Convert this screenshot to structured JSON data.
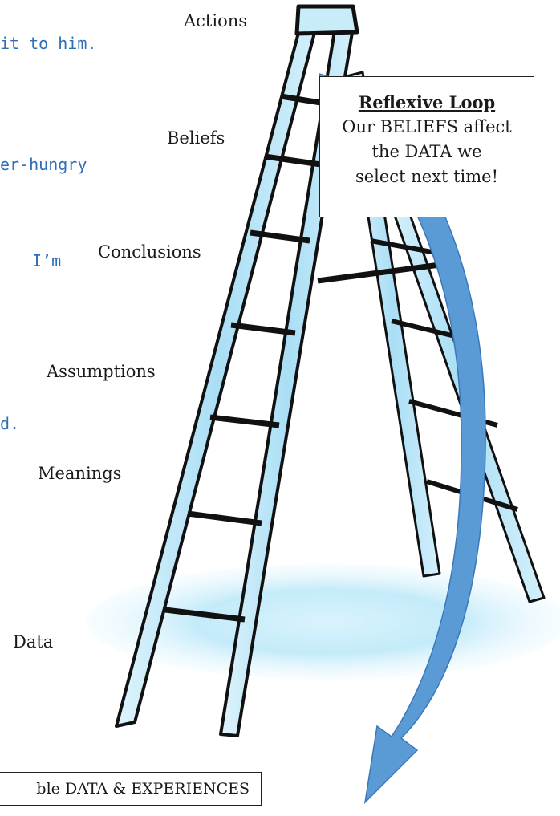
{
  "ladder": {
    "rungs": [
      {
        "id": "actions",
        "label": "Actions"
      },
      {
        "id": "beliefs",
        "label": "Beliefs"
      },
      {
        "id": "conclusions",
        "label": "Conclusions"
      },
      {
        "id": "assumptions",
        "label": "Assumptions"
      },
      {
        "id": "meanings",
        "label": "Meanings"
      },
      {
        "id": "data",
        "label": "Data"
      }
    ]
  },
  "examples": [
    "it to him.",
    "er-hungry",
    "I’m",
    "d."
  ],
  "reflexive_loop": {
    "title": "Reflexive Loop",
    "lines": [
      "Our BELIEFS affect",
      "the DATA we",
      "select next time!"
    ]
  },
  "pool": {
    "text": "ble DATA & EXPERIENCES"
  },
  "colors": {
    "ladder_fill": "#bfe6f7",
    "ladder_edge": "#111111",
    "arrow": "#5b9bd5",
    "pool": "#cdeefb",
    "hand_text": "#2e6fb5"
  }
}
